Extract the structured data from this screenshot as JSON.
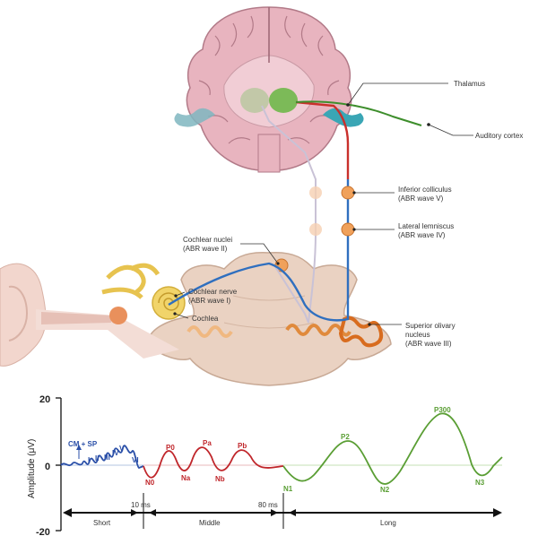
{
  "anatomy": {
    "thalamus": "Thalamus",
    "auditory_cortex": "Auditory cortex",
    "inferior_colliculus": [
      "Inferior colliculus",
      "(ABR wave V)"
    ],
    "lateral_lemniscus": [
      "Lateral lemniscus",
      "(ABR wave IV)"
    ],
    "cochlear_nuclei": [
      "Cochlear nuclei",
      "(ABR wave II)"
    ],
    "cochlear_nerve": [
      "Cochlear nerve",
      "(ABR wave I)"
    ],
    "cochlea": "Cochlea",
    "superior_olivary": [
      "Superior olivary",
      "nucleus",
      "(ABR  wave III)"
    ]
  },
  "graph": {
    "y_axis_label": "Amplitude (μV)",
    "y_ticks": [
      "20",
      "0",
      "-20"
    ],
    "cm_sp": "CM + SP",
    "short_peaks": [
      "I",
      "II",
      "III",
      "IV",
      "V",
      "VI"
    ],
    "middle_peaks": [
      "N0",
      "P0",
      "Na",
      "Pa",
      "Nb",
      "Pb"
    ],
    "long_peaks": [
      "N1",
      "P2",
      "N2",
      "P300",
      "N3"
    ],
    "latency_markers": [
      "10 ms",
      "80 ms"
    ],
    "segments": [
      "Short",
      "Middle",
      "Long"
    ],
    "colors": {
      "short": "#2a4fa8",
      "middle": "#c0262b",
      "long": "#5a9e34"
    }
  }
}
